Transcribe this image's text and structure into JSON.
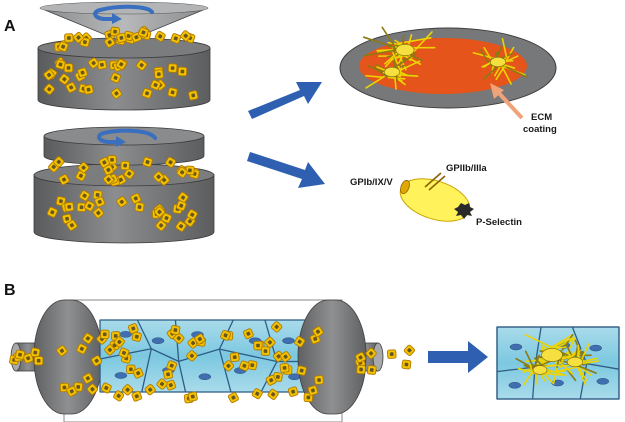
{
  "panels": {
    "a": "A",
    "b": "B"
  },
  "labels": {
    "ecm_line1": "ECM",
    "ecm_line2": "coating",
    "gp1b": "GPIb/IX/V",
    "gp2b": "GPIIb/IIIa",
    "pselectin": "P-Selectin"
  },
  "colors": {
    "cylinder_gray": "#6f7072",
    "cone_gray": "#9a9b9d",
    "platelet_yellow": "#f2c200",
    "platelet_outline": "#b07a00",
    "rotation_arrow": "#3a6fc0",
    "flow_arrow": "#2f5fb0",
    "ecm_orange": "#e5541b",
    "platelet_cell": "#fff25a",
    "endothelium_blue": "#8fd2e6"
  },
  "icons": [
    "rotation-arrow-icon",
    "flow-arrow-icon",
    "platelet-icon"
  ]
}
